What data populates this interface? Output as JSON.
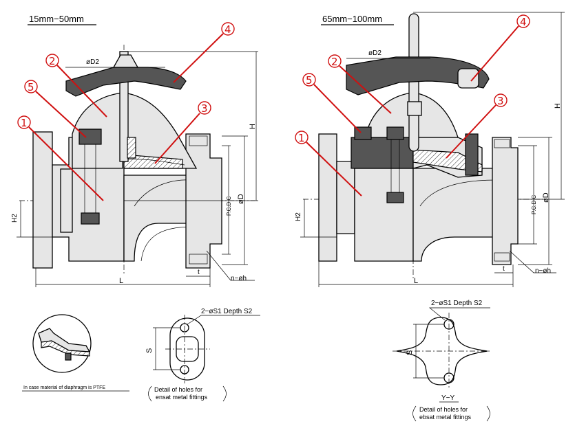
{
  "left_view": {
    "size_range": "15mm−50mm",
    "labels": {
      "oD2": "øD2",
      "H": "H",
      "H2": "H2",
      "pcd": "P.C.D C",
      "oD": "øD",
      "t": "t",
      "L": "L",
      "holes": "n−øh"
    },
    "callouts": [
      "1",
      "2",
      "3",
      "4",
      "5"
    ]
  },
  "right_view": {
    "size_range": "65mm−100mm",
    "labels": {
      "oD2": "øD2",
      "H": "H",
      "H2": "H2",
      "pcd": "P.C.D C",
      "oD": "øD",
      "t": "t",
      "L": "L",
      "holes": "n−øh"
    },
    "callouts": [
      "1",
      "2",
      "3",
      "4",
      "5"
    ]
  },
  "ptfe_note": "In case material of diaphragm is PTFE",
  "detail_left": {
    "spec": "2−øS1 Depth S2",
    "dim": "S",
    "caption_line1": "Detail of holes for",
    "caption_line2": "ensat metal fittings"
  },
  "detail_right": {
    "spec": "2−øS1 Depth S2",
    "dim": "S",
    "section": "Y−Y",
    "caption_line1": "Detail of holes for",
    "caption_line2": "ebsat metal fittings"
  },
  "colors": {
    "callout": "#d01010",
    "line": "#000000",
    "body_fill": "#e6e6e6"
  }
}
